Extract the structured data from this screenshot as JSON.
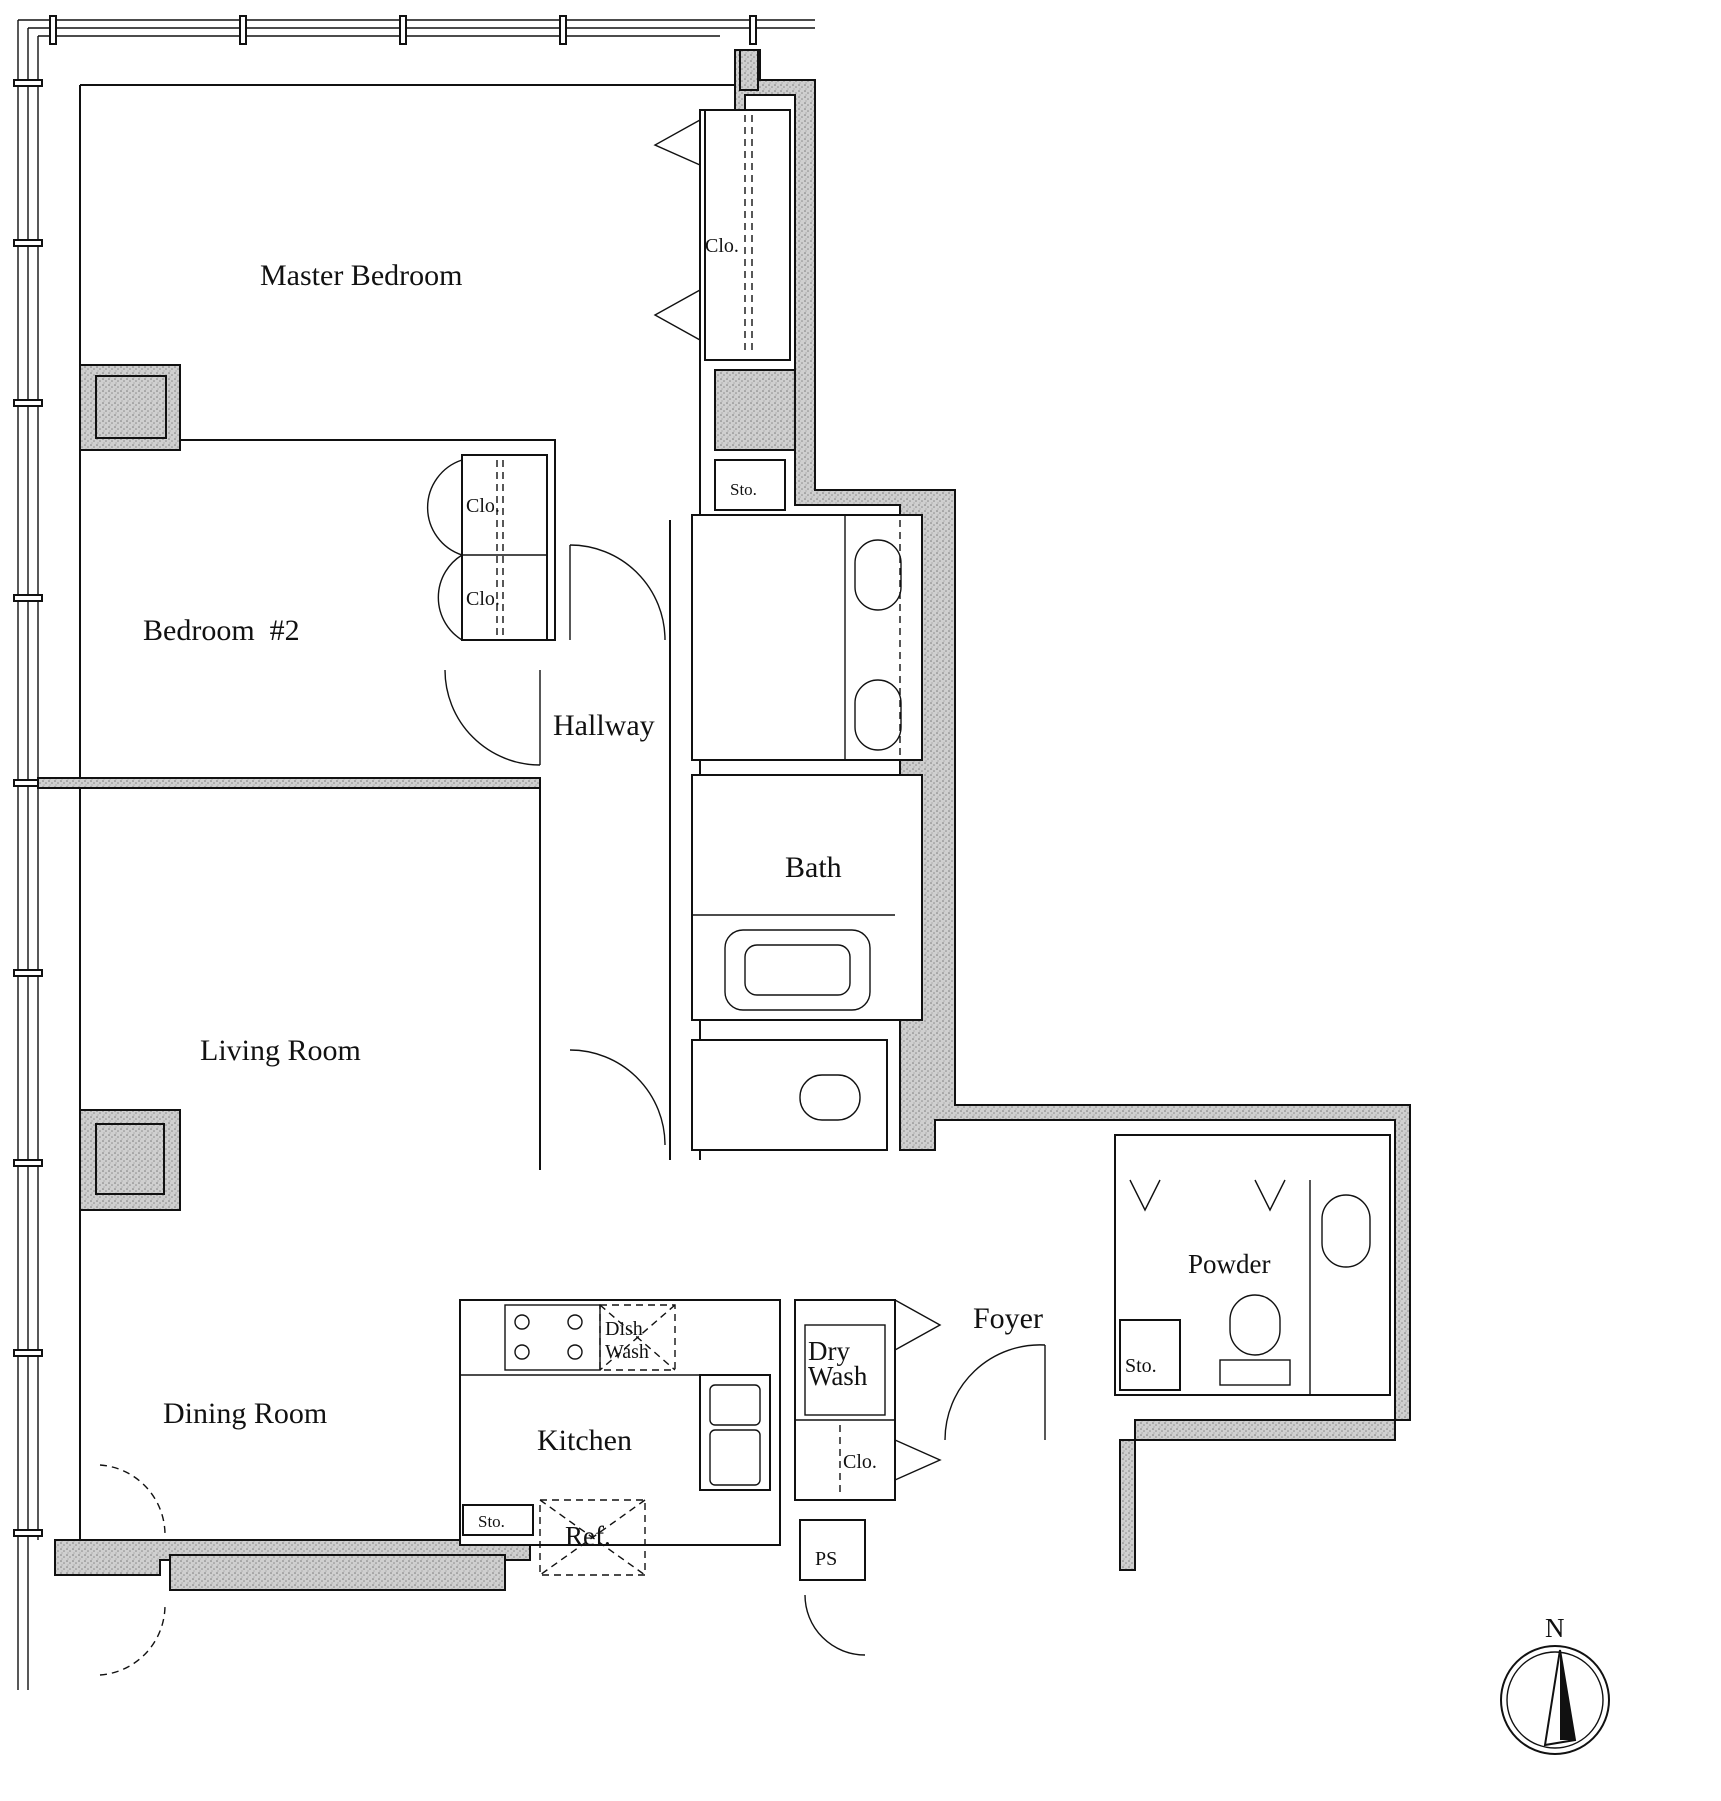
{
  "rooms": {
    "master_bedroom": "Master Bedroom",
    "bedroom2": "Bedroom  #2",
    "hallway": "Hallway",
    "bath": "Bath",
    "living_room": "Living Room",
    "dining_room": "Dining Room",
    "kitchen": "Kitchen",
    "foyer": "Foyer",
    "powder": "Powder"
  },
  "fixtures": {
    "closet_master": "Clo.",
    "closet_bed2_a": "Clo.",
    "closet_bed2_b": "Clo.",
    "closet_foyer": "Clo.",
    "storage_hall": "Sto.",
    "storage_kitchen": "Sto.",
    "storage_powder": "Sto.",
    "dishwasher_line1": "Dish",
    "dishwasher_line2": "Wash",
    "dryer_line1": "Dry",
    "dryer_line2": "Wash",
    "refrigerator": "Ref.",
    "pipe_shaft": "PS"
  },
  "compass": {
    "label": "N"
  }
}
